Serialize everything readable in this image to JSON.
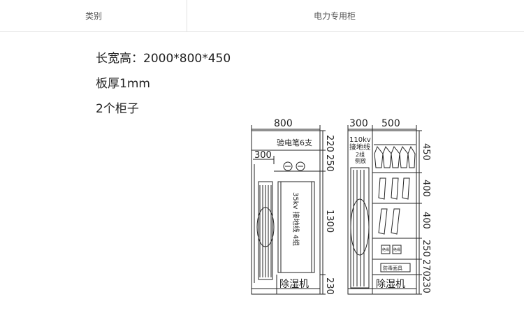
{
  "table": {
    "category_label": "类别",
    "category_value": "电力专用柜"
  },
  "specs": {
    "dimensions": "长宽高：2000*800*450",
    "thickness": "板厚1mm",
    "cabinets": "2个柜子"
  },
  "drawing": {
    "left_cabinet": {
      "width_dim": "800",
      "inner_dim": "300",
      "label_pens": "验电笔6支",
      "label_35kv": "35kv 接地线 4组",
      "label_dehumidifier": "除湿机",
      "heights": [
        "220",
        "250",
        "1300",
        "230"
      ]
    },
    "right_cabinet": {
      "dim_a": "300",
      "dim_b": "500",
      "label_110kv_1": "110kv",
      "label_110kv_2": "接地线",
      "label_110kv_3": "2组",
      "label_110kv_4": "侧放",
      "badge_1": "绝缘",
      "badge_2": "绝缘",
      "label_masks": "防毒面具",
      "label_dehumidifier": "除湿机",
      "heights": [
        "450",
        "400",
        "400",
        "250",
        "270",
        "230"
      ]
    }
  }
}
